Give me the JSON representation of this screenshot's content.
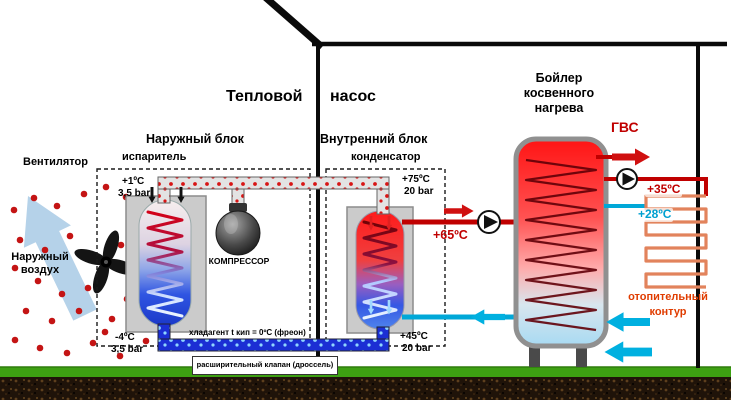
{
  "title": {
    "word1": "Тепловой",
    "word2": "насос"
  },
  "fan": {
    "label": "Вентилятор"
  },
  "outside_air": {
    "line1": "Наружный",
    "line2": "воздух"
  },
  "outdoor_unit": {
    "label": "Наружный блок",
    "component": "испаритель",
    "top_temp": "+1ºC",
    "top_pressure": "3,5 bar",
    "bottom_temp": "-4ºC",
    "bottom_pressure": "3,5 bar"
  },
  "compressor": {
    "label": "КОМПРЕССОР"
  },
  "indoor_unit": {
    "label": "Внутренний блок",
    "component": "конденсатор",
    "top_temp": "+75ºC",
    "top_pressure": "20 bar",
    "bottom_temp": "+45ºC",
    "bottom_pressure": "20 bar"
  },
  "refrigerant_loop": {
    "refrigerant_label": "хладагент t кип = 0ºC (фреон)",
    "expansion_valve_label": "расширительный клапан (дроссель)"
  },
  "water_loop": {
    "supply_temp": "+65ºC"
  },
  "boiler": {
    "line1": "Бойлер",
    "line2": "косвенного",
    "line3": "нагрева",
    "dhw_label": "ГВС"
  },
  "heating_circuit": {
    "supply_temp": "+35ºC",
    "return_temp": "+28ºC",
    "label_line1": "отопительный",
    "label_line2": "контур"
  },
  "colors": {
    "hot": "#c00000",
    "cold": "#00a8d8",
    "heating_coil": "#e2835c",
    "grass": "#3da012"
  }
}
